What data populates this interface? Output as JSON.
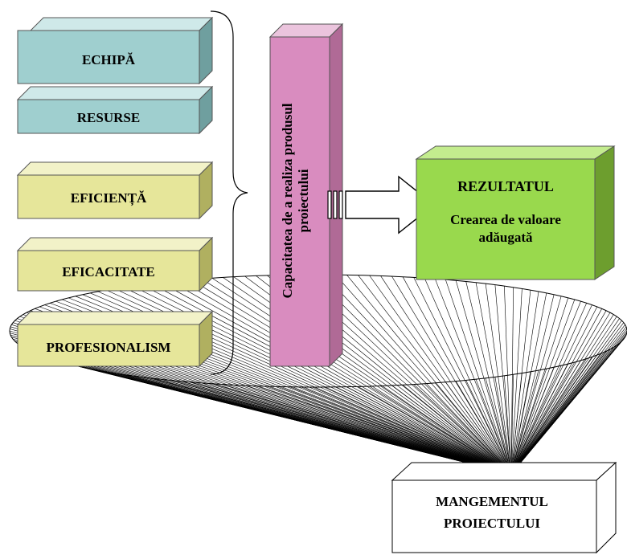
{
  "factors": [
    {
      "label": "ECHIPĂ",
      "color": "#9fcfcf"
    },
    {
      "label": "RESURSE",
      "color": "#9fcfcf"
    },
    {
      "label": "EFICIENȚĂ",
      "color": "#e6e69a"
    },
    {
      "label": "EFICACITATE",
      "color": "#e6e69a"
    },
    {
      "label": "PROFESIONALISM",
      "color": "#e6e69a"
    }
  ],
  "capacity": {
    "line1": "Capacitatea de a realiza produsul",
    "line2": "proiectului",
    "color": "#d98cbf"
  },
  "result": {
    "title": "REZULTATUL",
    "line1": "Crearea de valoare",
    "line2": "adăugată",
    "color": "#99d94d"
  },
  "management": {
    "line1": "MANGEMENTUL",
    "line2": "PROIECTULUI"
  }
}
